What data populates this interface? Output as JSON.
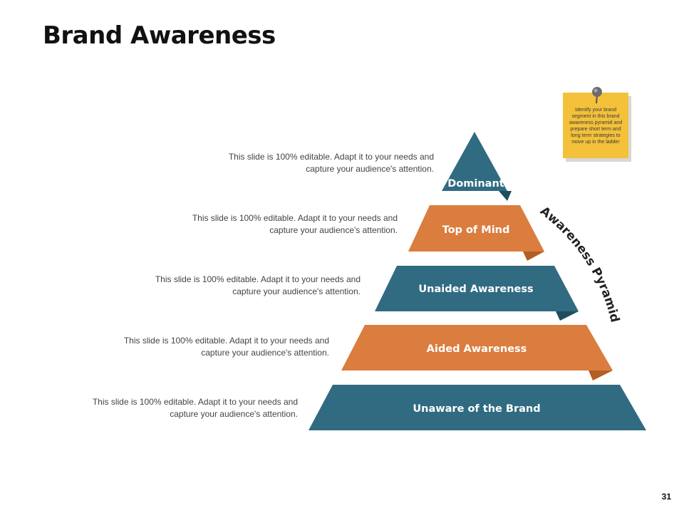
{
  "slide": {
    "title": "Brand Awareness",
    "page_number": "31"
  },
  "pyramid": {
    "side_label": "Awareness Pyramid",
    "colors": {
      "blue": "#306b82",
      "blue_dark": "#1f4d60",
      "orange": "#db7d3f",
      "orange_dark": "#b25e24"
    },
    "tiers": [
      {
        "label": "Dominant",
        "color": "blue",
        "description": [
          "This slide is 100% editable. Adapt it to your needs and",
          "capture your audience's attention."
        ]
      },
      {
        "label": "Top of Mind",
        "color": "orange",
        "description": [
          "This slide is 100% editable. Adapt it to your needs and",
          "capture your audience's attention."
        ]
      },
      {
        "label": "Unaided Awareness",
        "color": "blue",
        "description": [
          "This slide is 100% editable. Adapt it to your needs and",
          "capture your audience's attention."
        ]
      },
      {
        "label": "Aided Awareness",
        "color": "orange",
        "description": [
          "This slide is 100% editable. Adapt it to your needs and",
          "capture your audience's attention."
        ]
      },
      {
        "label": "Unaware of the Brand",
        "color": "blue",
        "description": [
          "This slide is 100% editable. Adapt it to your needs and",
          "capture your audience's attention."
        ]
      }
    ]
  },
  "sticky_note": {
    "text": "Identify your brand segment in this brand awareness pyramid and prepare short term and long term strategies to move up in the ladder",
    "color": "#f3c13a",
    "icon": "pushpin-icon"
  }
}
